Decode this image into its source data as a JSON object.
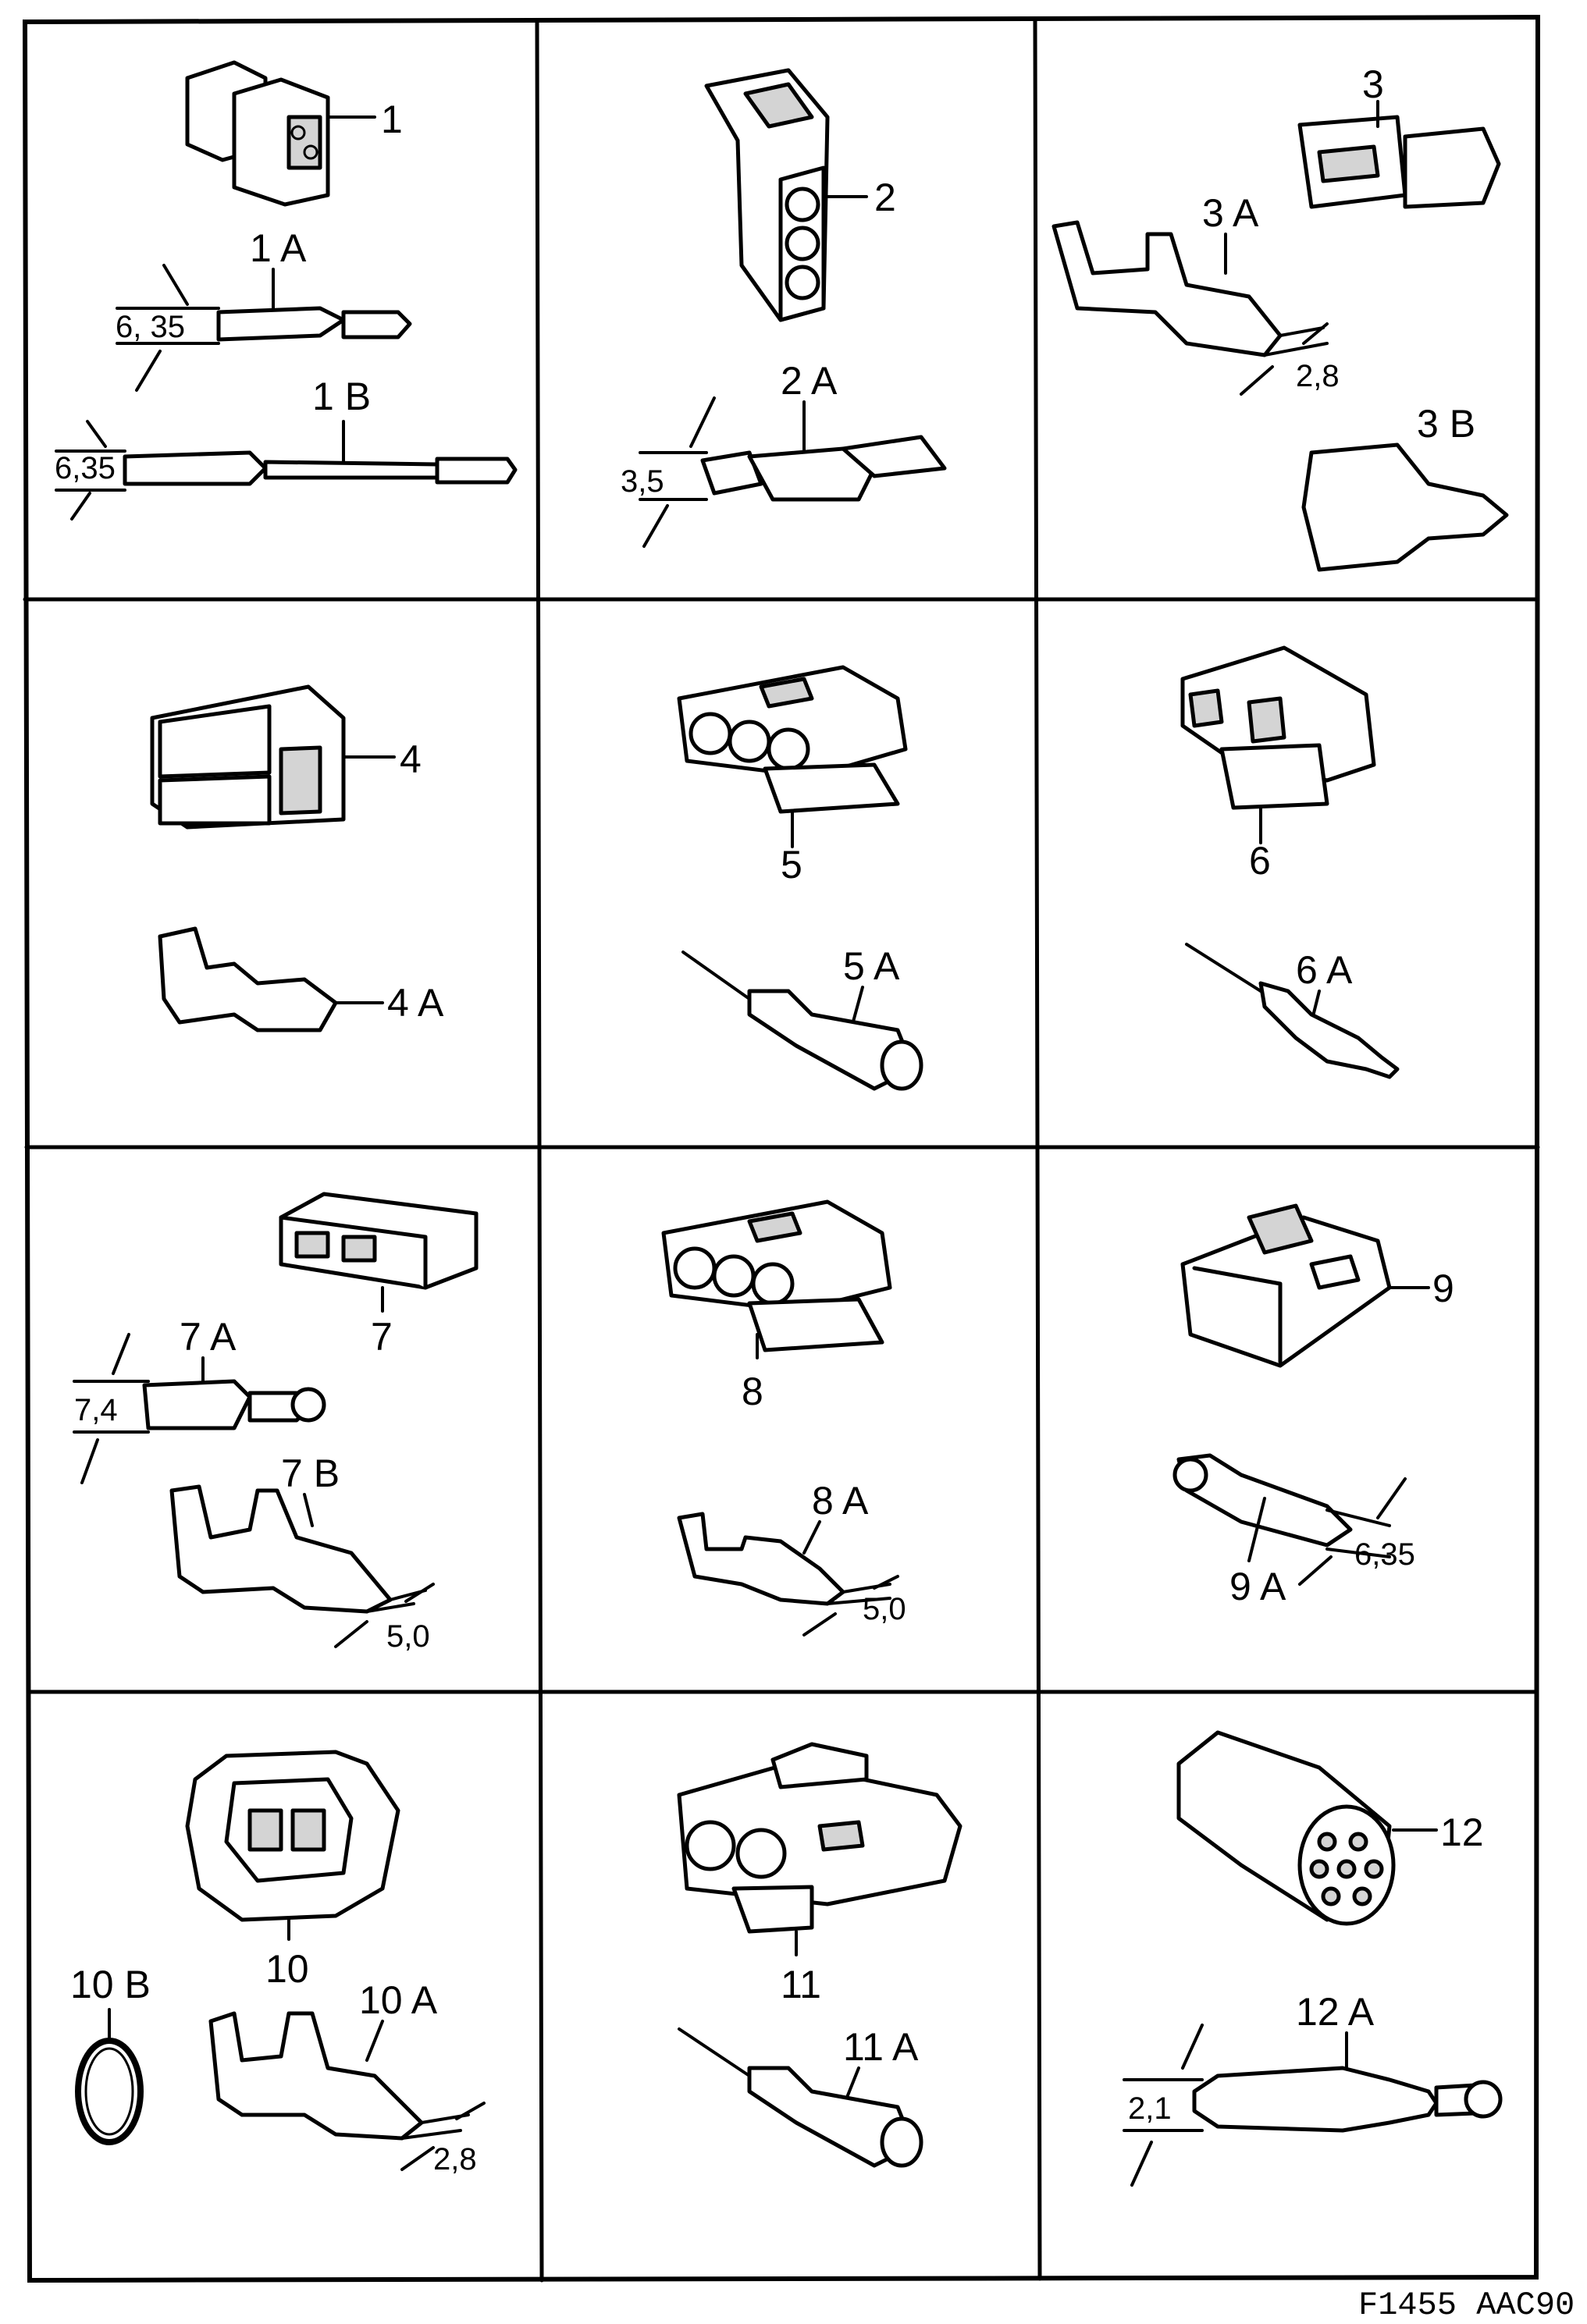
{
  "labels": {
    "c1": "1",
    "c1a": "1 A",
    "c1b": "1 B",
    "c2": "2",
    "c2a": "2 A",
    "c3": "3",
    "c3a": "3 A",
    "c3b": "3 B",
    "c4": "4",
    "c4a": "4 A",
    "c5": "5",
    "c5a": "5 A",
    "c6": "6",
    "c6a": "6 A",
    "c7": "7",
    "c7a": "7 A",
    "c7b": "7 B",
    "c8": "8",
    "c8a": "8 A",
    "c9": "9",
    "c9a": "9 A",
    "c10": "10",
    "c10a": "10 A",
    "c10b": "10 B",
    "c11": "11",
    "c11a": "11 A",
    "c12": "12",
    "c12a": "12 A"
  },
  "dimensions": {
    "d1a": "6, 35",
    "d1b": "6,35",
    "d2a": "3,5",
    "d3a": "2,8",
    "d7a": "7,4",
    "d7b": "5,0",
    "d8a": "5,0",
    "d9a": "6,35",
    "d10a": "2,8",
    "d12a": "2,1"
  },
  "footer": {
    "code": "F1455  AAC90"
  }
}
